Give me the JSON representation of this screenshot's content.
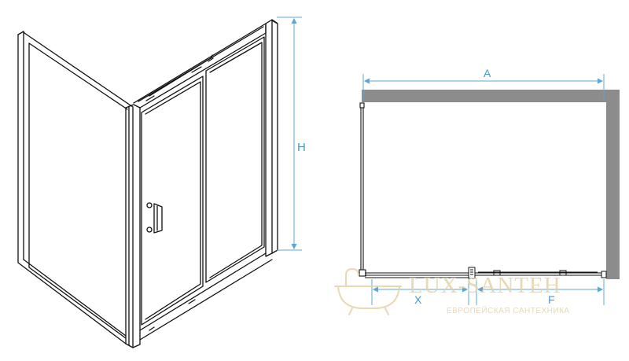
{
  "labels": {
    "height": "H",
    "width": "A",
    "door_opening": "X",
    "fixed_panel": "F"
  },
  "watermark": {
    "brand": "LUX-SANTEH",
    "tagline": "ЕВРОПЕЙСКАЯ САНТЕХНИКА"
  },
  "colors": {
    "line": "#111111",
    "dimension": "#5aa8d6",
    "wall": "#8c8c8c",
    "watermark": "#e6d2a8"
  }
}
